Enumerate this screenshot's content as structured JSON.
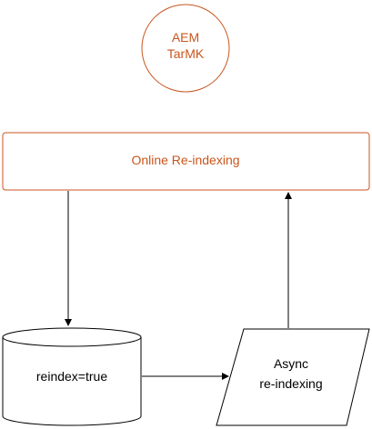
{
  "colors": {
    "accent": "#c8561e",
    "ink": "#000000",
    "background": "#ffffff"
  },
  "nodes": {
    "aem_tarmk": {
      "line1": "AEM",
      "line2": "TarMK"
    },
    "online_reindexing": {
      "label": "Online Re-indexing"
    },
    "reindex_store": {
      "label": "reindex=true"
    },
    "async_reindexing": {
      "line1": "Async",
      "line2": "re-indexing"
    }
  }
}
